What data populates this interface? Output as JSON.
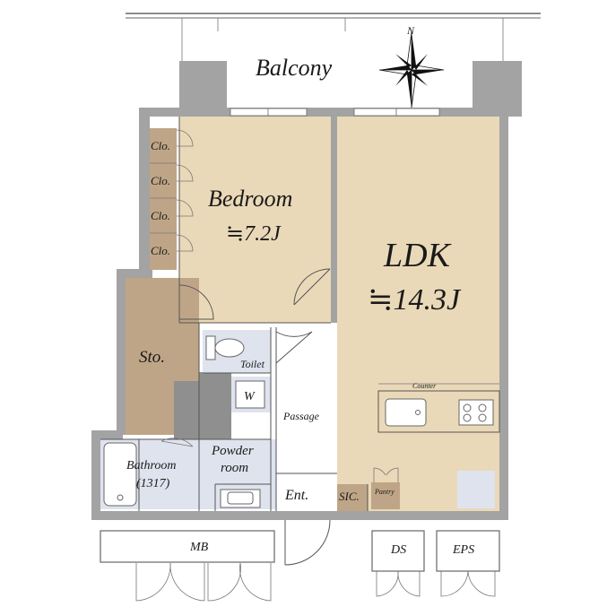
{
  "rooms": {
    "balcony": "Balcony",
    "bedroom_name": "Bedroom",
    "bedroom_size": "≒7.2J",
    "ldk_name": "LDK",
    "ldk_size": "≒14.3J",
    "closets": [
      "Clo.",
      "Clo.",
      "Clo.",
      "Clo."
    ],
    "storage": "Sto.",
    "toilet": "Toilet",
    "washer": "W",
    "passage": "Passage",
    "powder_line1": "Powder",
    "powder_line2": "room",
    "bathroom_line1": "Bathroom",
    "bathroom_line2": "(1317)",
    "entrance": "Ent.",
    "sic": "SIC.",
    "pantry": "Pantry",
    "counter": "Counter",
    "mb": "MB",
    "ds": "DS",
    "eps": "EPS"
  },
  "compass": {
    "label": "N"
  },
  "colors": {
    "wood": "#ead9b8",
    "storage": "#bfa587",
    "tile": "#dfe3ee",
    "wall": "#a3a3a3"
  }
}
